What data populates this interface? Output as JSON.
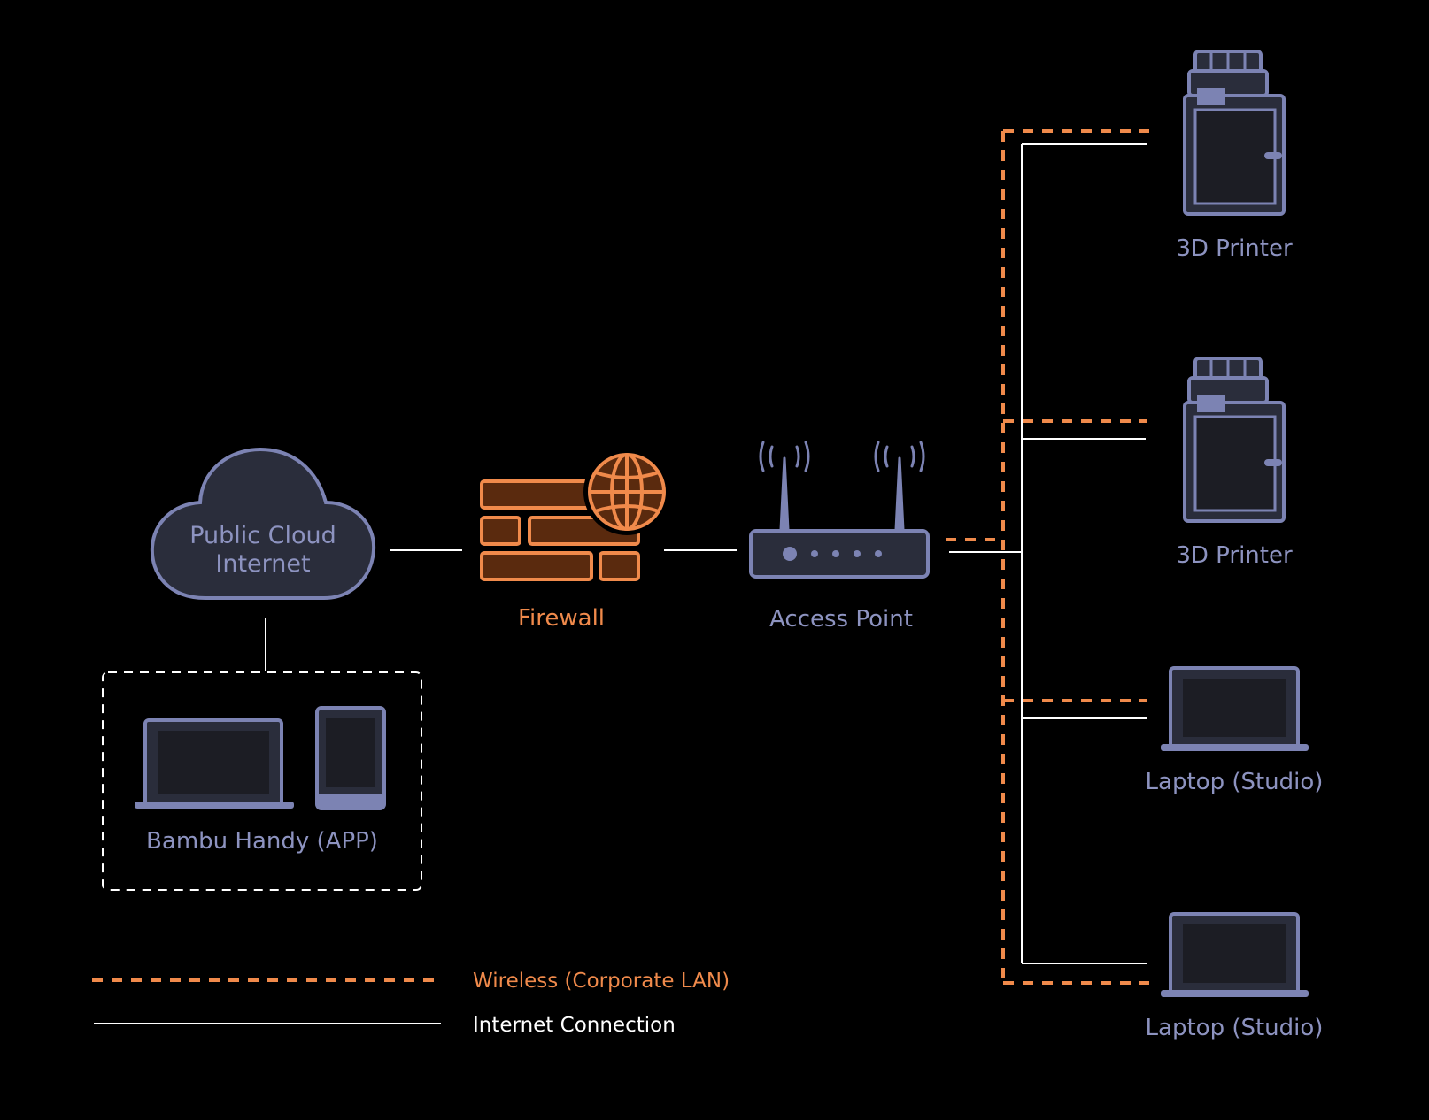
{
  "colors": {
    "background": "#000000",
    "device_stroke": "#7c83b3",
    "device_fill": "#2a2d3b",
    "device_screen": "#1c1d24",
    "accent": "#f08a4b",
    "firewall_fill": "#5a2a0e",
    "wire": "#ffffff"
  },
  "nodes": {
    "cloud": {
      "label_line1": "Public Cloud",
      "label_line2": "Internet",
      "icon": "cloud-icon"
    },
    "firewall": {
      "label": "Firewall",
      "icon": "firewall-icon"
    },
    "access_point": {
      "label": "Access Point",
      "icon": "router-icon"
    },
    "app_group": {
      "label": "Bambu Handy (APP)",
      "icon": "laptop-phone-icon"
    },
    "devices": [
      {
        "label": "3D Printer",
        "icon": "printer-icon"
      },
      {
        "label": "3D Printer",
        "icon": "printer-icon"
      },
      {
        "label": "Laptop (Studio)",
        "icon": "laptop-icon"
      },
      {
        "label": "Laptop (Studio)",
        "icon": "laptop-icon"
      }
    ]
  },
  "legend": {
    "wireless": "Wireless (Corporate LAN)",
    "internet": "Internet Connection"
  }
}
